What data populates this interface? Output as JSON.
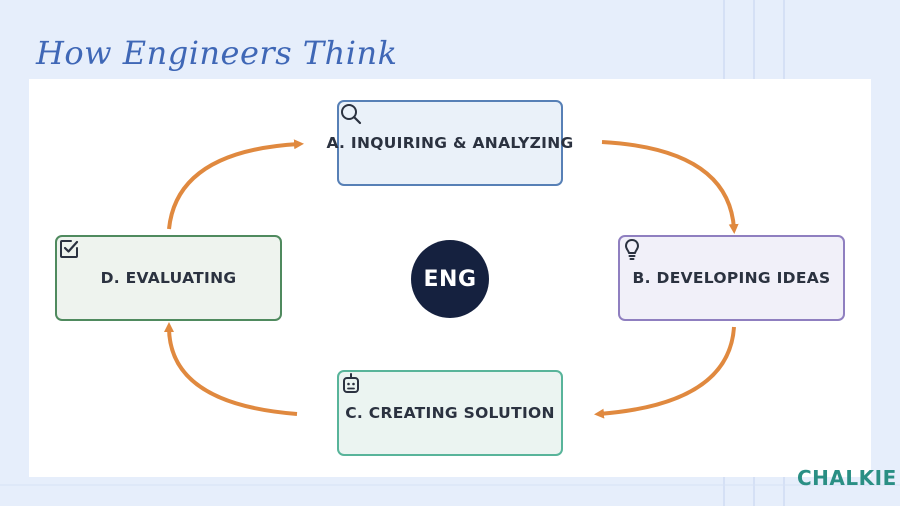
{
  "slide": {
    "title": "How Engineers Think"
  },
  "diagram": {
    "center_label": "ENG",
    "nodes": [
      {
        "label": "A. INQUIRING & ANALYZING",
        "icon": "search-icon",
        "fill": "#eaf1f9",
        "border": "#5780b6"
      },
      {
        "label": "B. DEVELOPING IDEAS",
        "icon": "lightbulb-icon",
        "fill": "#f1f0f9",
        "border": "#8f7fc0"
      },
      {
        "label": "C. CREATING SOLUTION",
        "icon": "robot-icon",
        "fill": "#ebf4f1",
        "border": "#58b49a"
      },
      {
        "label": "D. EVALUATING",
        "icon": "checkbox-icon",
        "fill": "#eef3ee",
        "border": "#4f8a5e"
      }
    ],
    "arrow_color": "#e0893f",
    "center_color": "#15213f"
  },
  "brand": {
    "name": "CHALKIE",
    "color": "#2a8f84"
  }
}
